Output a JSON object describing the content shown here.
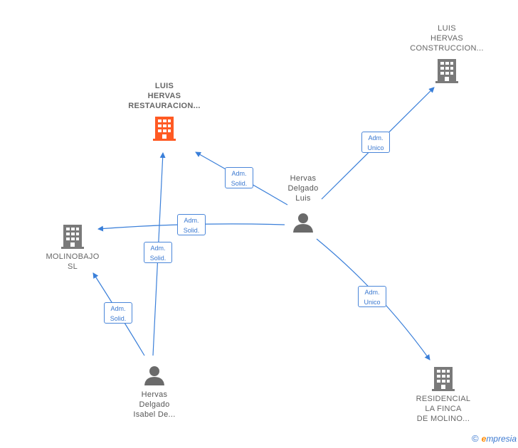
{
  "colors": {
    "edge": "#3a7fd9",
    "company_building": "#7a7a7a",
    "highlight_building": "#ff5a23",
    "person": "#6a6a6a"
  },
  "companies": [
    {
      "key": "restauracion",
      "lines": [
        "LUIS",
        "HERVAS",
        "RESTAURACION..."
      ],
      "icon": "building-icon",
      "highlight": true
    },
    {
      "key": "construccion",
      "lines": [
        "LUIS",
        "HERVAS",
        "CONSTRUCCION..."
      ],
      "icon": "building-icon",
      "highlight": false
    },
    {
      "key": "molinobajo",
      "lines": [
        "MOLINOBAJO",
        "SL"
      ],
      "icon": "building-icon",
      "highlight": false
    },
    {
      "key": "residencial",
      "lines": [
        "RESIDENCIAL",
        "LA FINCA",
        "DE MOLINO..."
      ],
      "icon": "building-icon",
      "highlight": false
    }
  ],
  "persons": [
    {
      "key": "luis",
      "lines": [
        "Hervas",
        "Delgado",
        "Luis"
      ],
      "icon": "person-icon"
    },
    {
      "key": "isabel",
      "lines": [
        "Hervas",
        "Delgado",
        "Isabel De..."
      ],
      "icon": "person-icon"
    }
  ],
  "relations": [
    {
      "key": "luis-restauracion",
      "from": "luis",
      "to": "restauracion",
      "line1": "Adm.",
      "line2": "Solid."
    },
    {
      "key": "luis-construccion",
      "from": "luis",
      "to": "construccion",
      "line1": "Adm.",
      "line2": "Unico"
    },
    {
      "key": "luis-molinobajo",
      "from": "luis",
      "to": "molinobajo",
      "line1": "Adm.",
      "line2": "Solid."
    },
    {
      "key": "luis-residencial",
      "from": "luis",
      "to": "residencial",
      "line1": "Adm.",
      "line2": "Unico"
    },
    {
      "key": "isabel-restauracion",
      "from": "isabel",
      "to": "restauracion",
      "line1": "Adm.",
      "line2": "Solid."
    },
    {
      "key": "isabel-molinobajo",
      "from": "isabel",
      "to": "molinobajo",
      "line1": "Adm.",
      "line2": "Solid."
    }
  ],
  "footer": {
    "copyright_symbol": "©",
    "brand_first": "e",
    "brand_rest": "mpresia"
  }
}
